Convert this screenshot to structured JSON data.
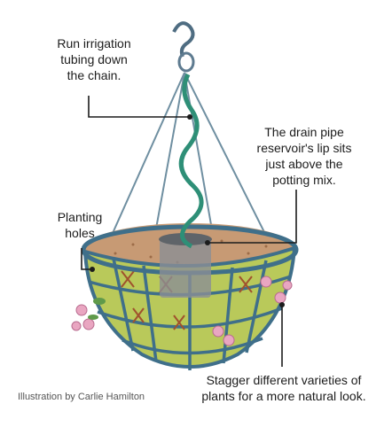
{
  "callouts": {
    "irrigation": "Run irrigation\ntubing down\nthe chain.",
    "drain_pipe": "The drain pipe\nreservoir's lip sits\njust above the\npotting mix.",
    "planting_holes": "Planting\nholes",
    "stagger": "Stagger different varieties of\nplants for a more natural look."
  },
  "credit": "Illustration by Carlie Hamilton",
  "colors": {
    "chain": "#6f8fa1",
    "tubing": "#2e8f77",
    "basket_frame": "#3f6f8a",
    "moss": "#b9c95a",
    "soil": "#c79a74",
    "reservoir": "#8b8f95",
    "flower": "#e9a6c1",
    "leader_line": "#1c1c1c"
  }
}
